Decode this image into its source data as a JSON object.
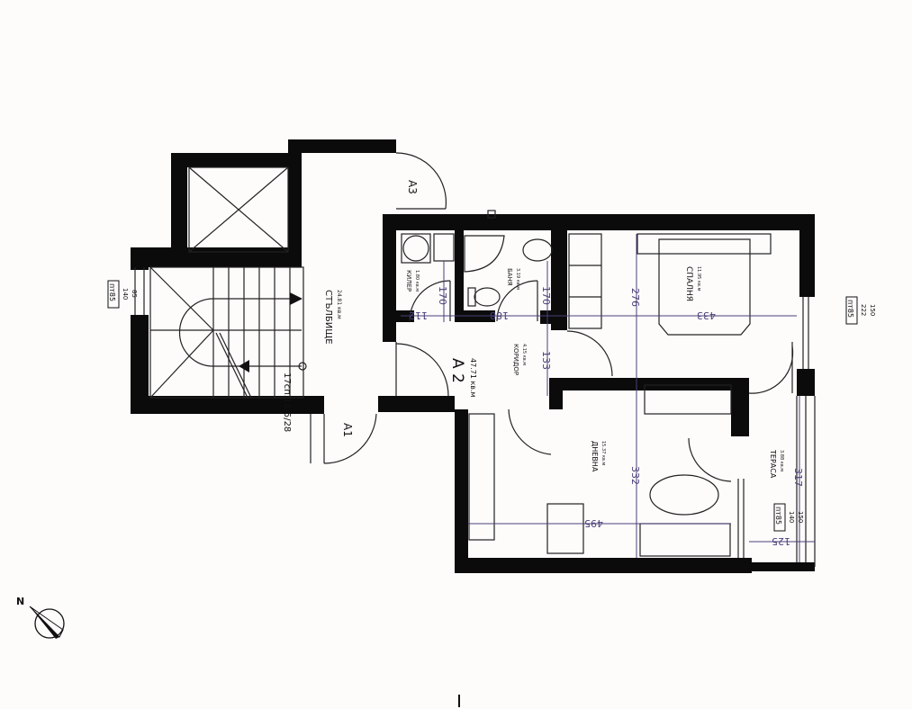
{
  "plan": {
    "apartment": {
      "name": "A 2",
      "area": "47.71 кв.м"
    },
    "doors": {
      "a1": "A1",
      "a3": "A3"
    },
    "rooms": {
      "stairs": {
        "name": "СТЪЛБИЩЕ",
        "area": "24.81 кв.м"
      },
      "storage": {
        "name": "КИЛЕР",
        "area": "1.80 кв.м"
      },
      "bathroom": {
        "name": "БАНЯ",
        "area": "3.19 кв.м"
      },
      "corridor": {
        "name": "КОРИДОР",
        "area": "4.15 кв.м"
      },
      "bedroom": {
        "name": "СПАЛНЯ",
        "area": "11.95 кв.м"
      },
      "living": {
        "name": "ДНЕВНА",
        "area": "15.37 кв.м"
      },
      "terrace": {
        "name": "ТЕРАСА",
        "area": "3.88 кв.м"
      }
    },
    "stair_note": "17сп.16.5/28",
    "dimensions": {
      "storage_h": "170",
      "bath_h": "170",
      "storage_w": "112",
      "bath_w": "188",
      "corridor_h": "133",
      "bedroom_h": "276",
      "bedroom_w": "433",
      "living_h": "332",
      "living_w": "495",
      "terrace_h": "317",
      "terrace_w": "125"
    },
    "windows": {
      "stair": {
        "tag": "пт85",
        "h": "140",
        "sill": "85"
      },
      "bedroom": {
        "tag": "пт85",
        "h": "222",
        "sill": "150"
      },
      "terrace": {
        "tag": "пт85",
        "h": "140",
        "sill": "150"
      }
    },
    "compass": "N"
  }
}
